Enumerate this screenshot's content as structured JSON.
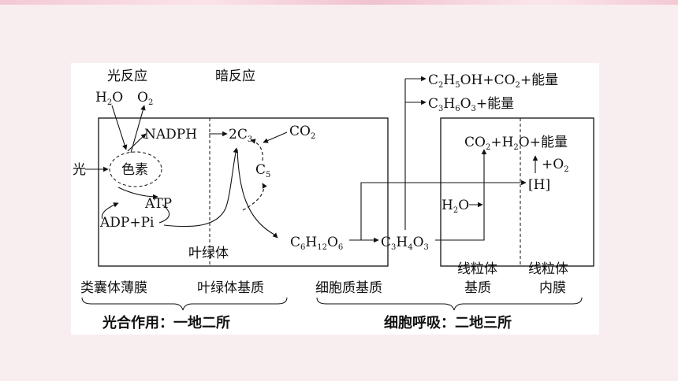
{
  "photosynthesis": {
    "light_reaction": "光反应",
    "dark_reaction": "暗反应",
    "h2o": {
      "main": "H",
      "sub": "2",
      "tail": "O"
    },
    "o2": {
      "main": "O",
      "sub": "2"
    },
    "nadph": "NADPH",
    "c3": {
      "main": "2C",
      "sub": "3"
    },
    "co2": {
      "main": "CO",
      "sub": "2"
    },
    "c5": {
      "main": "C",
      "sub": "5"
    },
    "light": "光",
    "pigment": "色素",
    "atp": "ATP",
    "adp_pi": "ADP+Pi",
    "chloroplast": "叶绿体",
    "thylakoid": "类囊体薄膜",
    "stroma": "叶绿体基质",
    "summary": "光合作用：一地二所"
  },
  "respiration": {
    "glucose": [
      "C",
      "6",
      "H",
      "12",
      "O",
      "6"
    ],
    "pyruvate": [
      "C",
      "3",
      "H",
      "4",
      "O",
      "3"
    ],
    "ethanol": [
      "C",
      "2",
      "H",
      "5",
      "OH+CO",
      "2",
      "+能量"
    ],
    "lactate": [
      "C",
      "3",
      "H",
      "6",
      "O",
      "3",
      "+能量"
    ],
    "mito_products": [
      "CO",
      "2",
      "+H",
      "2",
      "O+能量"
    ],
    "plus_o2": [
      "+O",
      "2"
    ],
    "h": "[H]",
    "h2o_in": [
      "H",
      "2",
      "O"
    ],
    "cytoplasm": "细胞质基质",
    "mito_matrix": [
      "线粒体",
      "基质"
    ],
    "mito_membrane": [
      "线粒体",
      "内膜"
    ],
    "summary": "细胞呼吸：二地三所"
  }
}
